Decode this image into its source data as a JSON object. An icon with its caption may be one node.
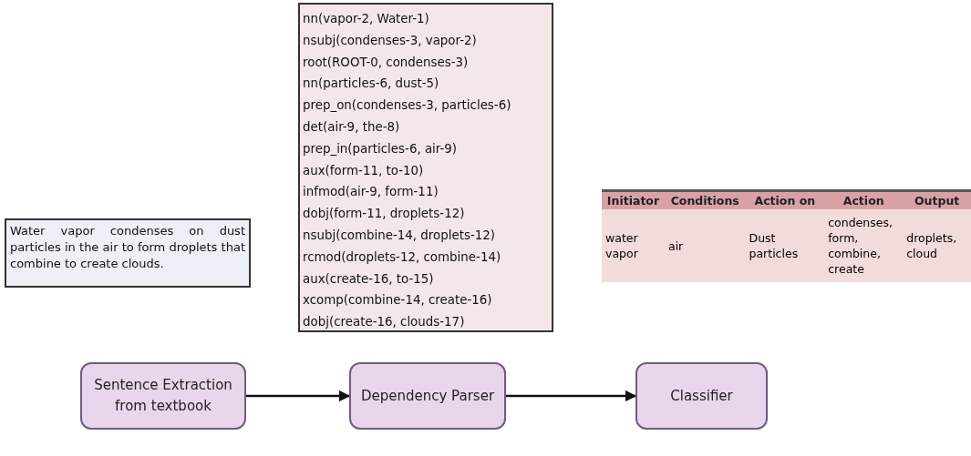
{
  "diagram": {
    "nodes": [
      {
        "text": [
          "nn(vapor-2, Water-1)",
          "nsubj(condenses-3, vapor-2)",
          "root(ROOT-0, condenses-3)",
          "nn(particles-6, dust-5)",
          "prep_on(condenses-3,  particles-6)",
          "det(air-9, the-8)",
          "prep_in(particles-6, air-9)",
          "aux(form-11, to-10)",
          "infmod(air-9, form-11)",
          "dobj(form-11, droplets-12)",
          "nsubj(combine-14, droplets-12)",
          "rcmod(droplets-12, combine-14)",
          "aux(create-16, to-15)",
          "xcomp(combine-14, create-16)",
          "dobj(create-16, clouds-17)"
        ]
      },
      {
        "text": [
          "Water vapor condenses on dust particles in the air to form droplets that combine to create clouds."
        ]
      },
      {
        "text": [
          "Sentence Extraction from textbook"
        ]
      },
      {
        "text": [
          "Dependency Parser"
        ]
      },
      {
        "text": [
          "Classifier"
        ]
      }
    ],
    "edges": [
      {
        "from": 2,
        "to": 3,
        "arrow": "to"
      },
      {
        "from": 3,
        "to": 4,
        "arrow": "to"
      }
    ],
    "labels": [
      "Initiator",
      "Conditions",
      "Action on",
      "Action",
      "Output",
      "water vapor",
      "air",
      "Dust particles",
      "condenses, form, combine, create",
      "droplets, cloud"
    ]
  }
}
